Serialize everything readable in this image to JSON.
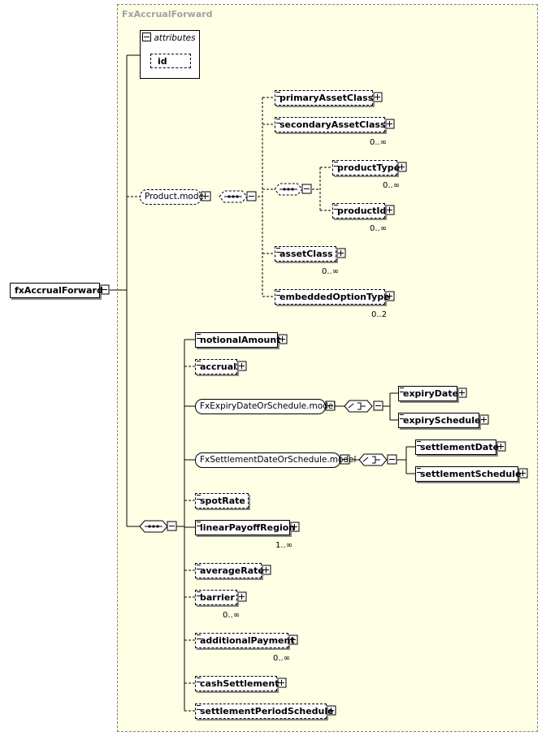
{
  "group_title": "FxAccrualForward",
  "root": {
    "name": "fxAccrualForward"
  },
  "attributes": {
    "header": "attributes",
    "items": [
      "id"
    ]
  },
  "product_model": {
    "name": "Product.model",
    "children": [
      {
        "name": "primaryAssetClass",
        "occurs": ""
      },
      {
        "name": "secondaryAssetClass",
        "occurs": "0..∞"
      },
      {
        "name": "productType",
        "occurs": "0..∞"
      },
      {
        "name": "productId",
        "occurs": "0..∞"
      },
      {
        "name": "assetClass",
        "occurs": "0..∞"
      },
      {
        "name": "embeddedOptionType",
        "occurs": "0..2"
      }
    ]
  },
  "sequence_children": {
    "notionalAmount": {
      "name": "notionalAmount"
    },
    "accrual": {
      "name": "accrual"
    },
    "expiry_model": {
      "name": "FxExpiryDateOrSchedule.model",
      "choices": [
        "expiryDate",
        "expirySchedule"
      ]
    },
    "settlement_model": {
      "name": "FxSettlementDateOrSchedule.model",
      "choices": [
        "settlementDate",
        "settlementSchedule"
      ]
    },
    "spotRate": {
      "name": "spotRate"
    },
    "linearPayoffRegion": {
      "name": "linearPayoffRegion",
      "occurs": "1..∞"
    },
    "averageRate": {
      "name": "averageRate"
    },
    "barrier": {
      "name": "barrier",
      "occurs": "0..∞"
    },
    "additionalPayment": {
      "name": "additionalPayment",
      "occurs": "0..∞"
    },
    "cashSettlement": {
      "name": "cashSettlement"
    },
    "settlementPeriodSchedule": {
      "name": "settlementPeriodSchedule"
    }
  },
  "icons": {
    "expand": "plus-box-icon",
    "collapse": "minus-box-icon",
    "sequence": "sequence-compositor-icon",
    "choice": "choice-compositor-icon",
    "documentation": "documentation-lines-icon"
  }
}
